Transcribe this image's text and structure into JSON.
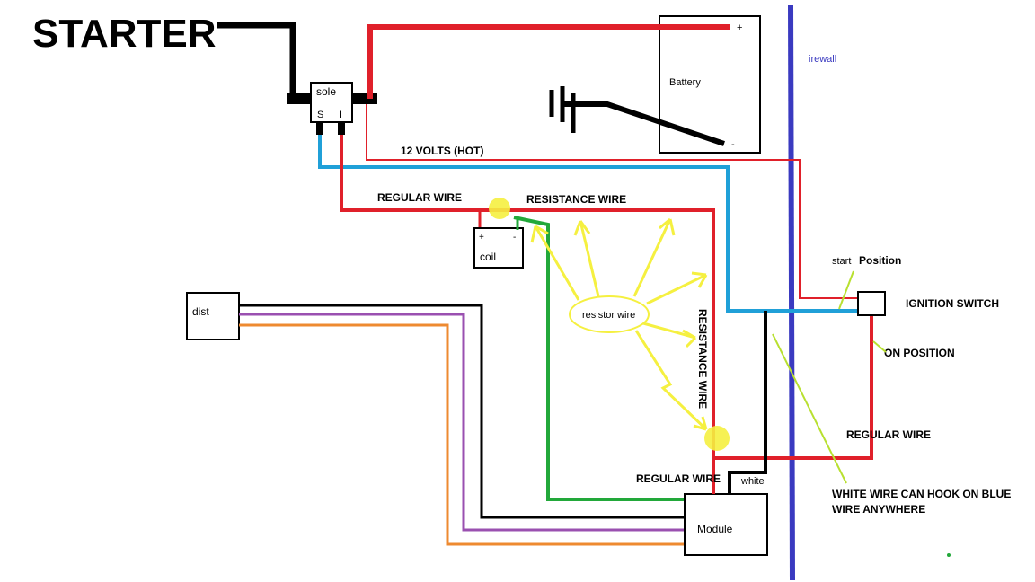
{
  "labels": {
    "starter": "STARTER",
    "sole": "sole",
    "sole_s": "S",
    "sole_i": "I",
    "battery": "Battery",
    "battery_pos": "+",
    "battery_neg": "-",
    "firewall": "irewall",
    "twelve_volts": "12 VOLTS (HOT)",
    "regular_wire_top": "REGULAR WIRE",
    "resistance_wire_top": "RESISTANCE WIRE",
    "coil": "coil",
    "coil_pos": "+",
    "coil_neg": "-",
    "dist": "dist",
    "resistor_wire": "resistor wire",
    "resistance_wire_vertical": "RESISTANCE WIRE",
    "start_position_a": "start",
    "start_position_b": "Position",
    "ignition_switch": "IGNITION SWITCH",
    "on_position": "ON POSITION",
    "regular_wire_right": "REGULAR WIRE",
    "regular_wire_bottom": "REGULAR WIRE",
    "white": "white",
    "module": "Module",
    "white_note_line1": "WHITE WIRE CAN HOOK ON BLUE",
    "white_note_line2": "WIRE ANYWHERE"
  },
  "colors": {
    "red": "#e0202a",
    "blue": "#20a0d8",
    "firewall": "#3a3ac0",
    "black": "#000000",
    "green": "#22a83a",
    "purple": "#9a50b0",
    "orange": "#ee8a30",
    "yellow": "#f5f040",
    "yellowgreen": "#b8e030"
  }
}
